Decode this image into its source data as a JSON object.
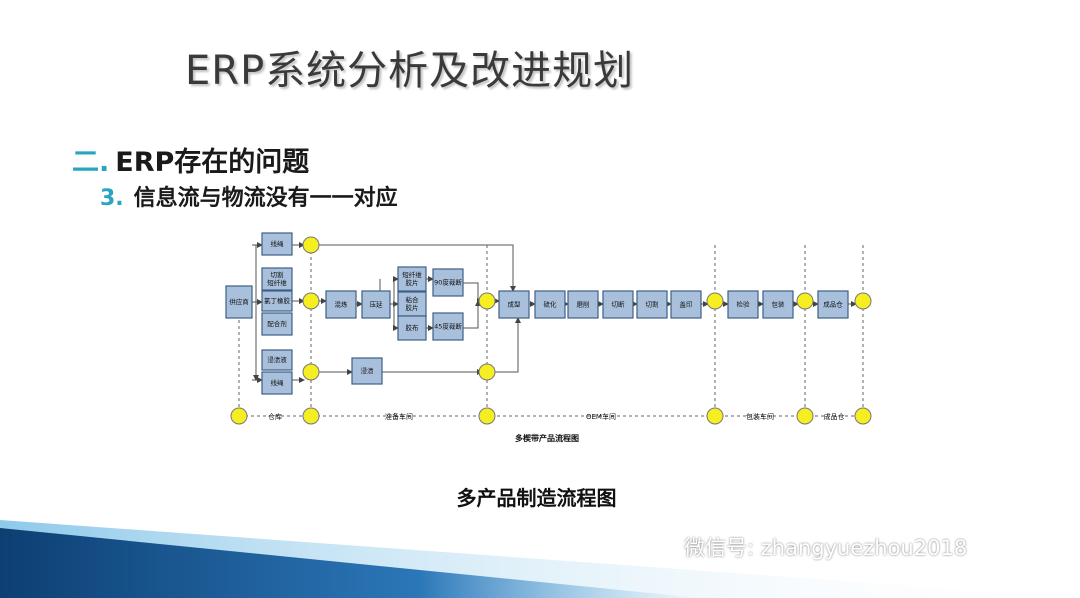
{
  "slide": {
    "title": "ERP系统分析及改进规划",
    "section_num": "二.",
    "section_title": "ERP存在的问题",
    "item_num": "3.",
    "item_title": "信息流与物流没有一一对应",
    "caption": "多产品制造流程图"
  },
  "diagram": {
    "title": "多楔带产品流程图",
    "nodes": {
      "supplier": "供应商",
      "line1": "线绳",
      "cut": "切割\n短纤维",
      "nbr": "氯丁橡胶",
      "agent": "配合剂",
      "coat": "浸渍液",
      "line2": "线绳",
      "mix": "混炼",
      "press": "压延",
      "fiber": "短纤维\n胶片",
      "bond": "粘合\n胶片",
      "cloth": "胶布",
      "cut90": "90度裁断",
      "cut45": "45度裁断",
      "dip": "浸渍",
      "form": "成型",
      "vulc": "硫化",
      "grind": "磨削",
      "rib": "切断",
      "cutoff": "切割",
      "print": "盖印",
      "inspect": "检验",
      "pack": "包装",
      "store": "成品仓"
    },
    "zones": [
      "仓库",
      "准备车间",
      "OEM车间",
      "包装车间",
      "成品仓"
    ]
  },
  "watermark": {
    "label": "微信号: zhangyuezhou2018",
    "icon": "wechat-icon"
  },
  "colors": {
    "node_fill": "#a9c0dc",
    "node_stroke": "#3e5f86",
    "dot_fill": "#f5ee21",
    "accent": "#2aa4c2",
    "banner": "#1f5d96"
  }
}
